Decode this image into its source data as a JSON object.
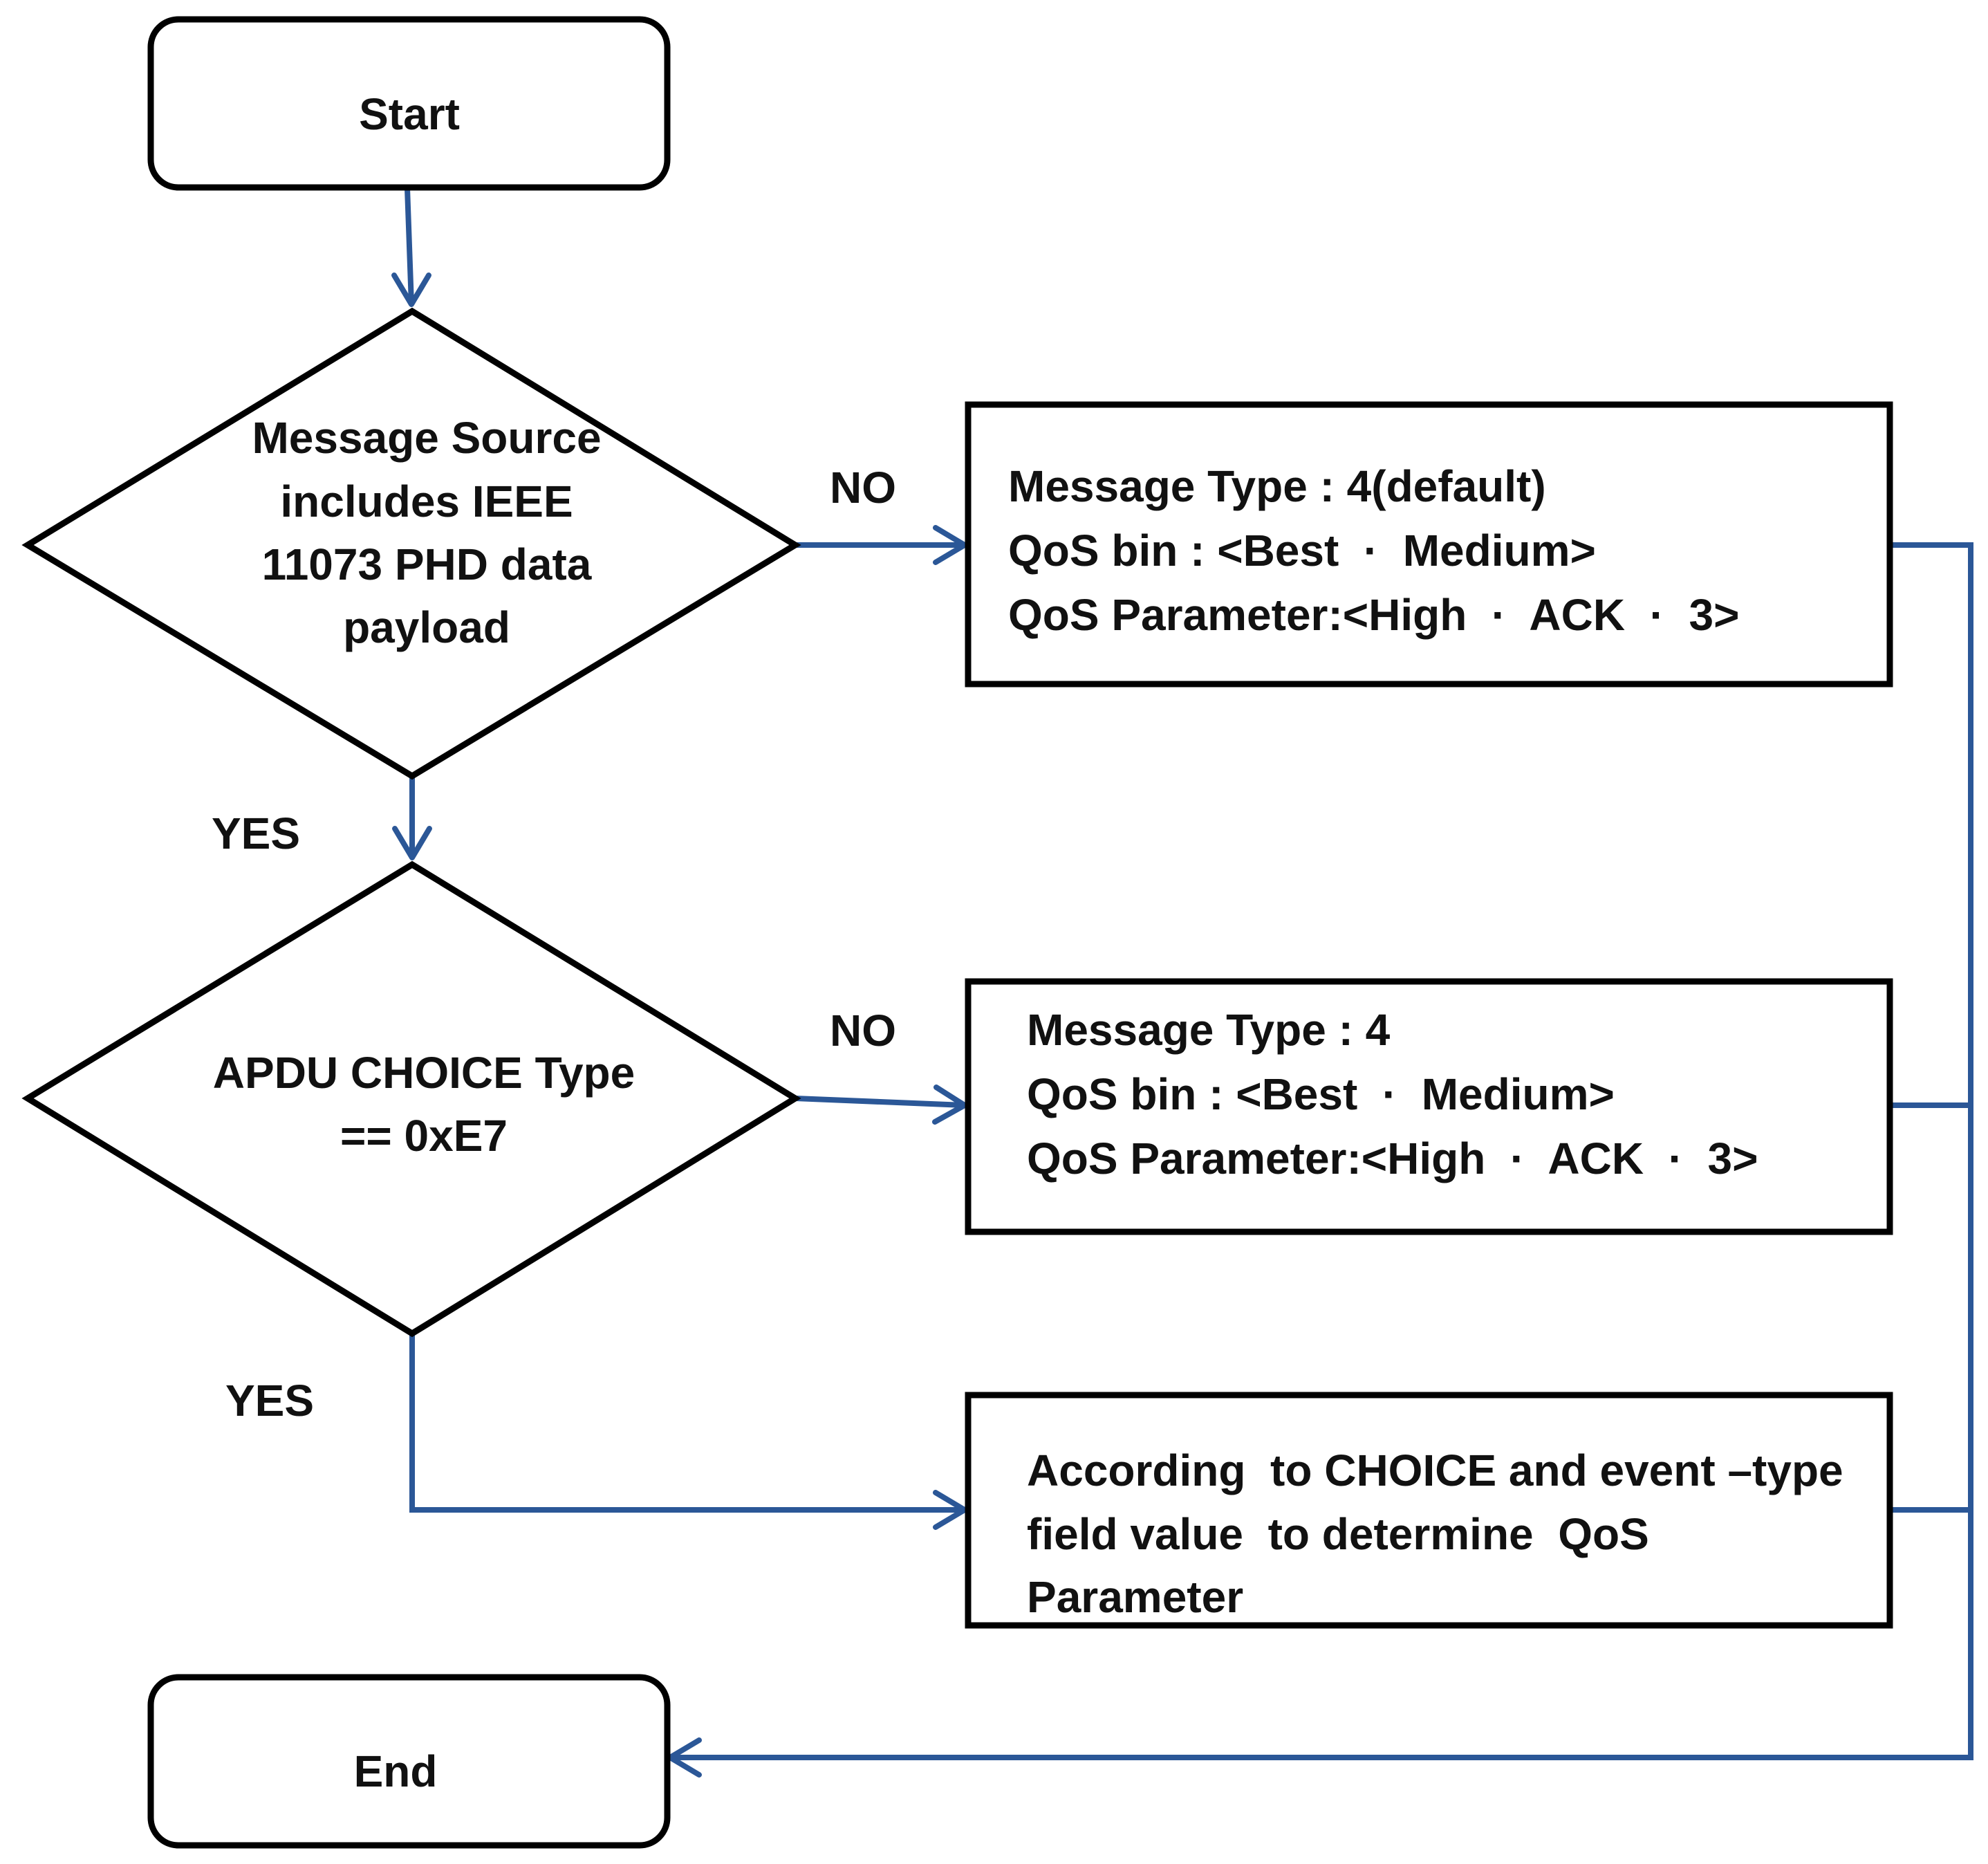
{
  "colors": {
    "connector": "#2B5797",
    "shape_stroke": "#000000",
    "text": "#111111",
    "background": "#ffffff"
  },
  "nodes": {
    "start": {
      "label": "Start"
    },
    "decision_source": {
      "lines": [
        "Message Source",
        "includes  IEEE",
        "11073 PHD data",
        "payload"
      ]
    },
    "decision_apdu": {
      "lines": [
        "APDU CHOICE Type",
        "== 0xE7"
      ]
    },
    "box_default": {
      "lines": [
        "Message Type : 4(default)",
        "QoS bin : <Best  ·  Medium>",
        "QoS Parameter:<High  ·  ACK  ·  3>"
      ]
    },
    "box_type4": {
      "lines": [
        "Message Type : 4",
        "QoS bin : <Best  ·  Medium>",
        "QoS Parameter:<High  ·  ACK  ·  3>"
      ]
    },
    "box_choice": {
      "lines": [
        "According  to CHOICE and event –type",
        "field value  to determine  QoS",
        "Parameter"
      ]
    },
    "end": {
      "label": "End"
    }
  },
  "edge_labels": {
    "source_no": "NO",
    "source_yes": "YES",
    "apdu_no": "NO",
    "apdu_yes": "YES"
  }
}
